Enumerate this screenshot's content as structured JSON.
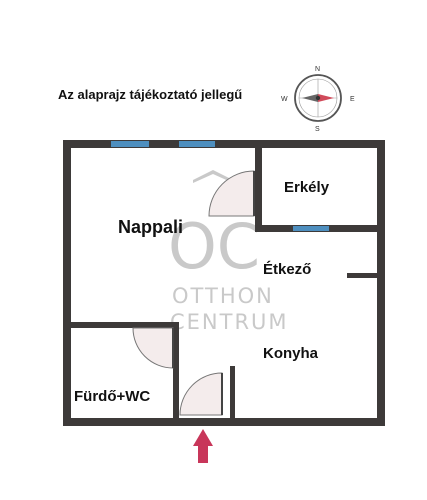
{
  "disclaimer": "Az alaprajz tájékoztató jellegű",
  "compass": {
    "north": "N",
    "east": "E",
    "south": "S",
    "west": "W"
  },
  "rooms": {
    "nappali": "Nappali",
    "erkely": "Erkély",
    "etkezo": "Étkező",
    "konyha": "Konyha",
    "furdo": "Fürdő+WC"
  },
  "watermark": {
    "logo": "OC",
    "line1": "OTTHON",
    "line2": "CENTRUM"
  },
  "colors": {
    "wall": "#3d3a39",
    "window": "#4e8fbf",
    "door_fill": "#f4ecec",
    "entrance_arrow": "#c8365a",
    "compass_needle": "#d04a5a",
    "watermark": "#c9c9c9"
  },
  "icons": {
    "compass": "compass-rose-icon",
    "entrance": "entrance-arrow-icon"
  }
}
